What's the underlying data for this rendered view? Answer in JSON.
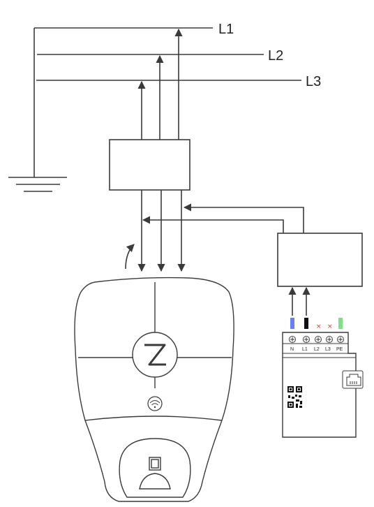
{
  "lines": {
    "l1": "L1",
    "l2": "L2",
    "l3": "L3"
  },
  "meter": {
    "terminals": [
      "N",
      "L1",
      "L2",
      "L3",
      "PE"
    ]
  },
  "colors": {
    "line": "#3a3a3a",
    "neutral_tab": "#6b7ff0",
    "l1_tab": "#111111",
    "pe_tab": "#7ee08a",
    "unused_mark": "#e03030"
  },
  "icons": {
    "charger_logo": "z-logo-icon",
    "wifi": "wifi-icon",
    "qr": "qr-code-icon",
    "ethernet": "ethernet-port-icon"
  }
}
